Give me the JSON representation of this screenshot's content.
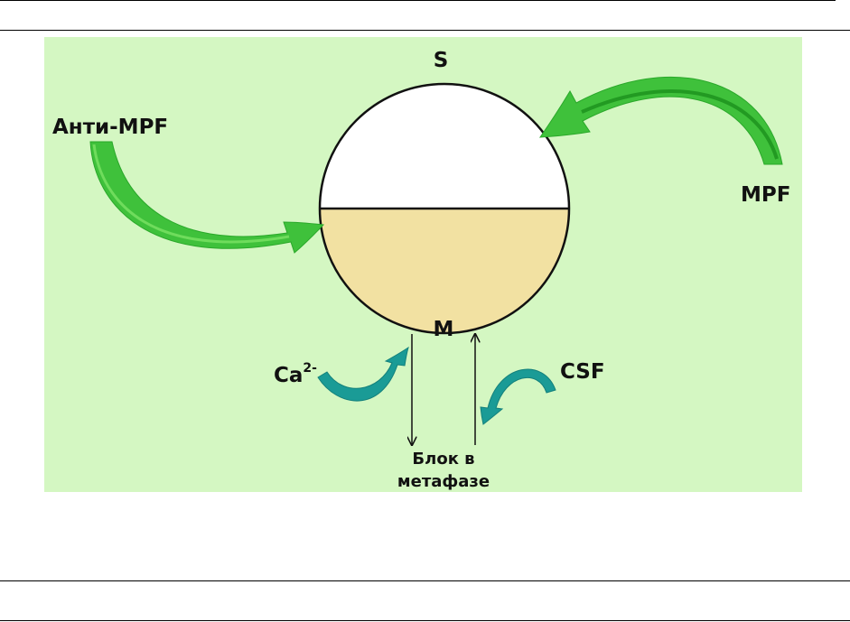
{
  "diagram": {
    "phase_top": "S",
    "phase_bottom": "M",
    "label_anti_mpf": "Анти-MPF",
    "label_mpf": "MPF",
    "label_ca_base": "Ca",
    "label_ca_sup": "2-",
    "label_csf": "CSF",
    "block_line1": "Блок в",
    "block_line2": "метафазе"
  },
  "colors": {
    "background": "#d4f7c2",
    "s_half": "#ffffff",
    "m_half": "#f2e1a2",
    "green_arrow": "#3fc13b",
    "green_arrow_dark": "#229a22",
    "teal_arrow": "#1a9b96"
  }
}
